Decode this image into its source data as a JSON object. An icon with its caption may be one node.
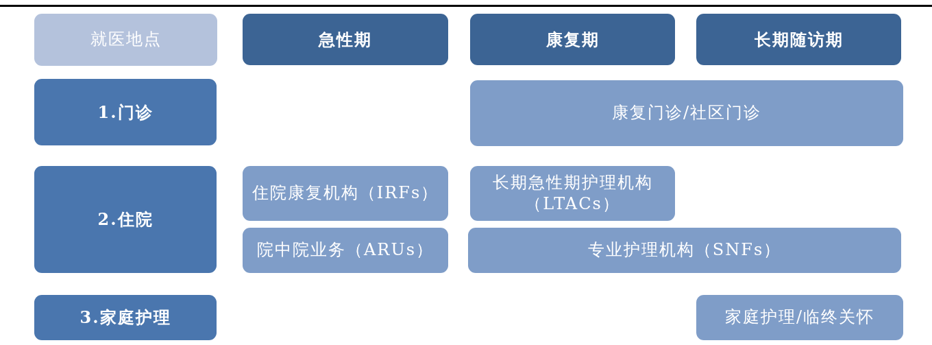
{
  "diagram": {
    "nodes": [
      {
        "text": [
          "就医地点"
        ]
      },
      {
        "text": [
          "急性期"
        ]
      },
      {
        "text": [
          "康复期"
        ]
      },
      {
        "text": [
          "长期随访期"
        ]
      },
      {
        "text": [
          "1.门诊"
        ]
      },
      {
        "text": [
          "康复门诊/社区门诊"
        ]
      },
      {
        "text": [
          "2.住院"
        ]
      },
      {
        "text": [
          "住院康复机构（IRFs）"
        ]
      },
      {
        "text": [
          "长期急性期护理机构（LTACs）"
        ]
      },
      {
        "text": [
          "院中院业务（ARUs）"
        ]
      },
      {
        "text": [
          "专业护理机构（SNFs）"
        ]
      },
      {
        "text": [
          "3.家庭护理"
        ]
      },
      {
        "text": [
          "家庭护理/临终关怀"
        ]
      }
    ]
  }
}
